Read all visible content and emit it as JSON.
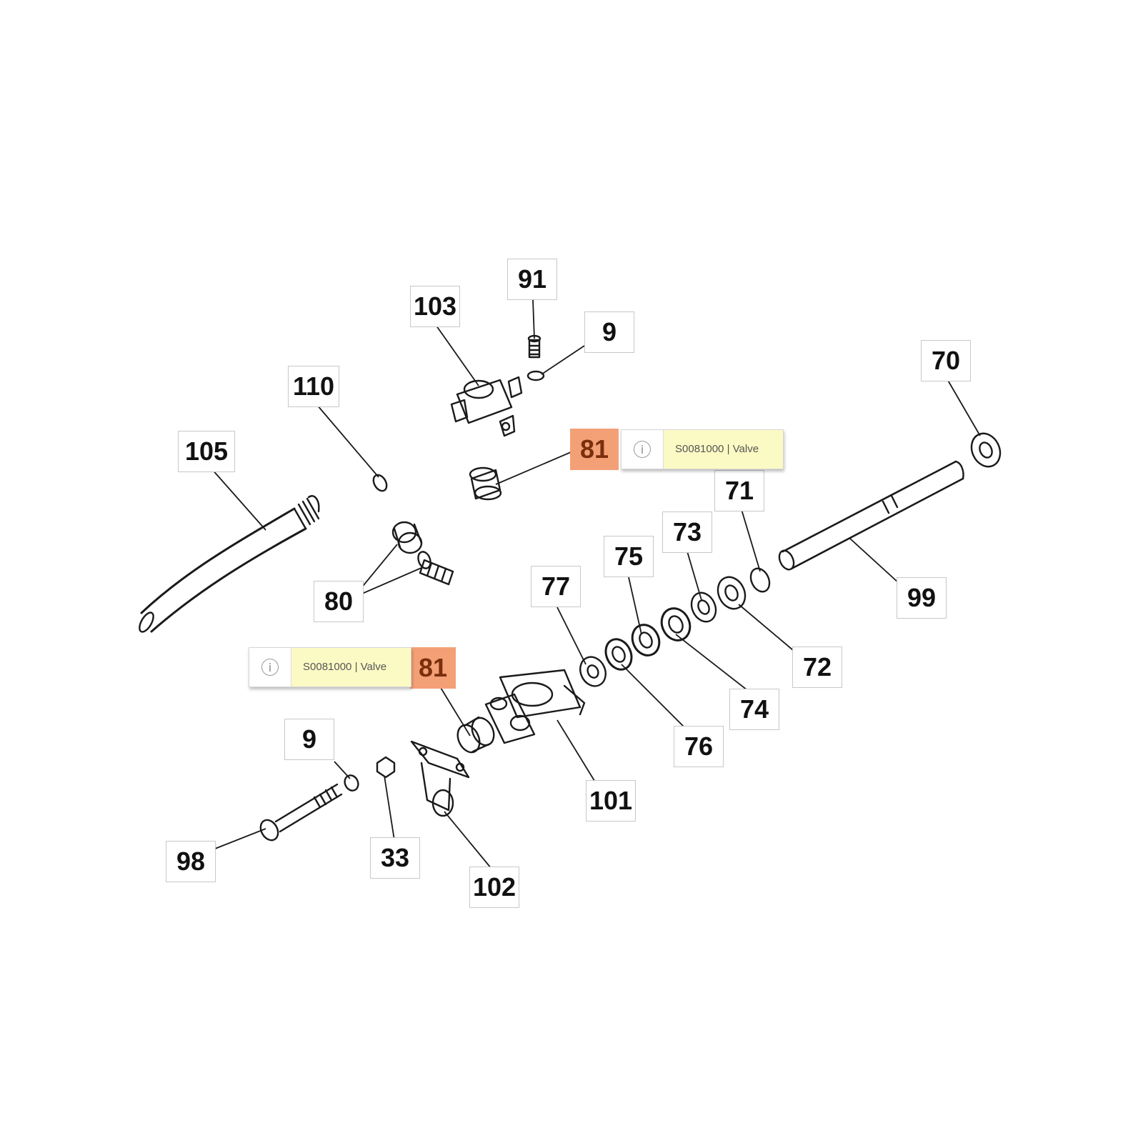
{
  "callouts": [
    {
      "id": "91",
      "label": "91"
    },
    {
      "id": "103",
      "label": "103"
    },
    {
      "id": "9a",
      "label": "9"
    },
    {
      "id": "110",
      "label": "110"
    },
    {
      "id": "70",
      "label": "70"
    },
    {
      "id": "105",
      "label": "105"
    },
    {
      "id": "81a",
      "label": "81",
      "highlighted": true
    },
    {
      "id": "71",
      "label": "71"
    },
    {
      "id": "73",
      "label": "73"
    },
    {
      "id": "75",
      "label": "75"
    },
    {
      "id": "77",
      "label": "77"
    },
    {
      "id": "80",
      "label": "80"
    },
    {
      "id": "99",
      "label": "99"
    },
    {
      "id": "72",
      "label": "72"
    },
    {
      "id": "74",
      "label": "74"
    },
    {
      "id": "76",
      "label": "76"
    },
    {
      "id": "81b",
      "label": "81",
      "highlighted": true
    },
    {
      "id": "9b",
      "label": "9"
    },
    {
      "id": "101",
      "label": "101"
    },
    {
      "id": "98",
      "label": "98"
    },
    {
      "id": "33",
      "label": "33"
    },
    {
      "id": "102",
      "label": "102"
    }
  ],
  "tooltips": [
    {
      "id": "tip-81-upper",
      "text": "S0081000 | Valve",
      "icon": "info-icon"
    },
    {
      "id": "tip-81-lower",
      "text": "S0081000 | Valve",
      "icon": "info-icon"
    }
  ],
  "colors": {
    "highlight": "#f4a076",
    "tooltip_bg": "#fcfac4"
  }
}
